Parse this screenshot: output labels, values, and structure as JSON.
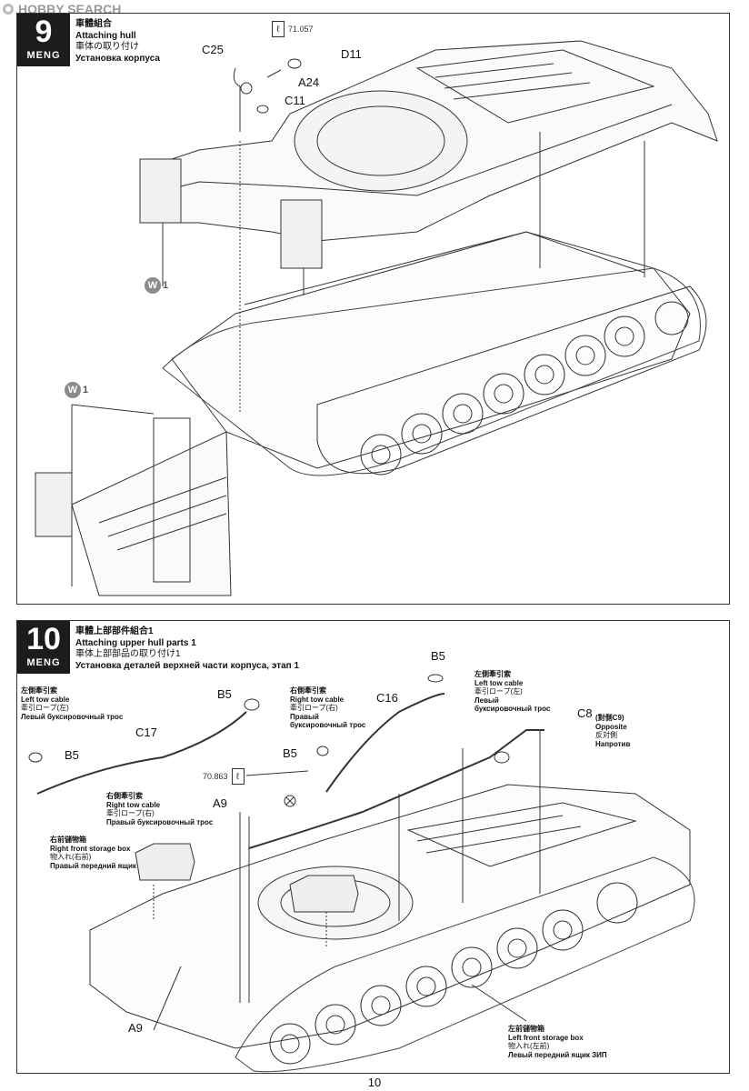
{
  "watermark": {
    "text": "HOBBY SEARCH"
  },
  "step9": {
    "number": "9",
    "brand": "MENG",
    "title_cn": "車體組合",
    "title_en": "Attaching hull",
    "title_jp": "車体の取り付け",
    "title_ru": "Установка корпуса",
    "sprue_ref": "71.057",
    "labels": {
      "c25": "C25",
      "d11": "D11",
      "a24": "A24",
      "c11": "C11"
    },
    "w1_top": "1",
    "w1_bottom": "1",
    "w_letter": "W"
  },
  "step10": {
    "number": "10",
    "brand": "MENG",
    "title_cn": "車體上部部件組合1",
    "title_en": "Attaching upper hull parts 1",
    "title_jp": "車体上部部品の取り付け1",
    "title_ru": "Установка деталей верхней части корпуса, этап 1",
    "sprue_ref": "70.863",
    "labels": {
      "b5_a": "B5",
      "b5_b": "B5",
      "b5_c": "B5",
      "b5_d": "B5",
      "c16": "C16",
      "c17": "C17",
      "c8": "C8",
      "a9_top": "A9",
      "a9_bottom": "A9"
    },
    "left_cable": {
      "cn": "左側牽引索",
      "en": "Left tow cable",
      "jp": "牽引ロープ(左)",
      "ru": "Левый буксировочный трос"
    },
    "right_cable_mid": {
      "cn": "右側牽引索",
      "en": "Right tow cable",
      "jp": "牽引ロープ(右)",
      "ru1": "Правый",
      "ru2": "буксировочный трос"
    },
    "left_cable_right": {
      "cn": "左側牽引索",
      "en": "Left tow cable",
      "jp": "牽引ロープ(左)",
      "ru1": "Левый",
      "ru2": "буксировочный трос"
    },
    "right_cable_low": {
      "cn": "右側牽引索",
      "en": "Right tow cable",
      "jp": "牽引ロープ(右)",
      "ru": "Правый буксировочный трос"
    },
    "opposite": {
      "cn": "(對側C9)",
      "en": "Opposite",
      "jp": "反対側",
      "ru": "Напротив"
    },
    "right_box": {
      "cn": "右前儲物箱",
      "en": "Right front storage box",
      "jp": "物入れ(右前)",
      "ru": "Правый передний ящик ЗИП"
    },
    "left_box": {
      "cn": "左前儲物箱",
      "en": "Left front storage box",
      "jp": "物入れ(左前)",
      "ru": "Левый передний ящик ЗИП"
    }
  },
  "page_number": "10"
}
